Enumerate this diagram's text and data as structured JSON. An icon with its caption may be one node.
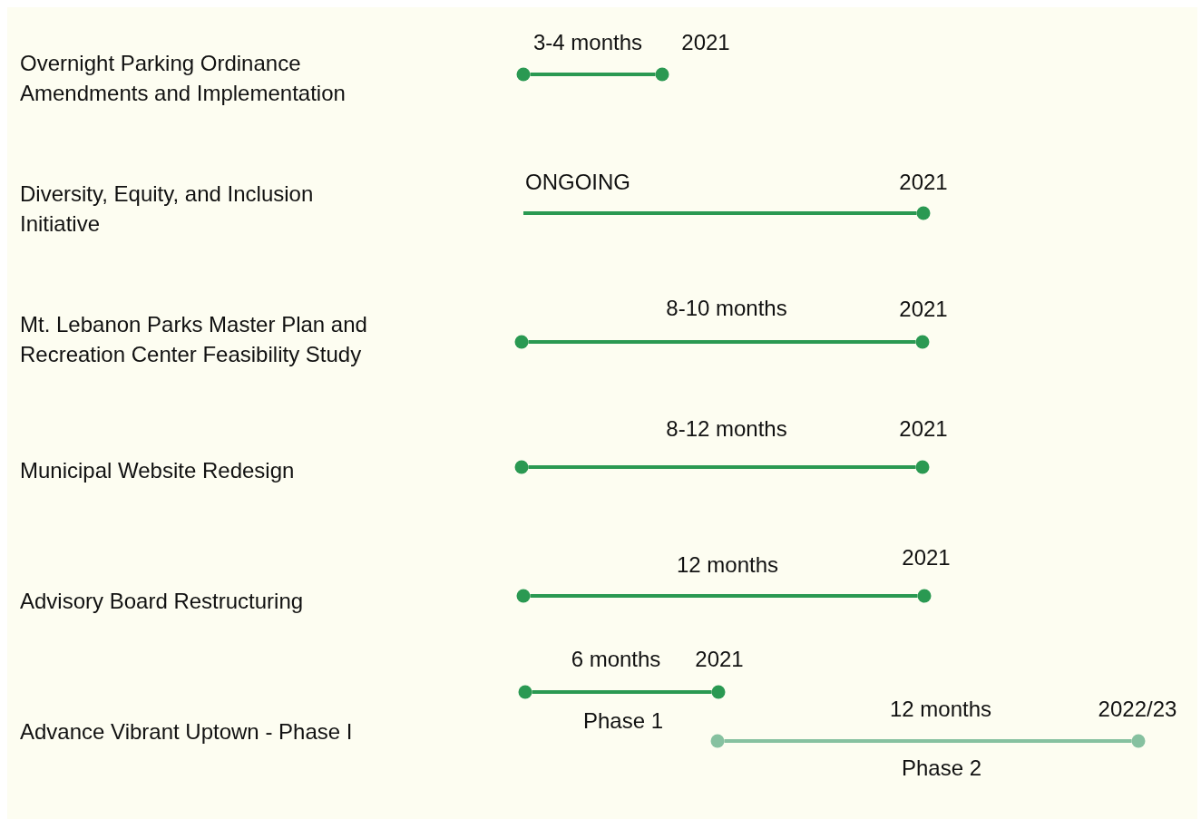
{
  "diagram": {
    "nodes": [
      {
        "text": [],
        "shape": "circle"
      },
      {
        "text": [],
        "shape": "circle",
        "beside": [
          "2021"
        ]
      },
      {
        "text": [],
        "shape": "circle",
        "beside": [
          "2021"
        ]
      },
      {
        "text": [],
        "shape": "circle"
      },
      {
        "text": [],
        "shape": "circle",
        "beside": [
          "2021"
        ]
      },
      {
        "text": [],
        "shape": "circle"
      },
      {
        "text": [],
        "shape": "circle",
        "beside": [
          "2021"
        ]
      },
      {
        "text": [],
        "shape": "circle"
      },
      {
        "text": [],
        "shape": "circle",
        "beside": [
          "2021"
        ]
      },
      {
        "text": [],
        "shape": "circle"
      },
      {
        "text": [],
        "shape": "circle",
        "beside": [
          "2021"
        ]
      },
      {
        "text": [],
        "shape": "circle"
      },
      {
        "text": [],
        "shape": "circle",
        "beside": [
          "2022/23"
        ]
      }
    ],
    "edges": [
      {
        "from": 0,
        "to": 1,
        "arrow": "none",
        "label": "3-4 months"
      },
      {
        "from": null,
        "to": 2,
        "arrow": "none",
        "label": "ONGOING"
      },
      {
        "from": 3,
        "to": 4,
        "arrow": "none",
        "label": "8-10 months"
      },
      {
        "from": 5,
        "to": 6,
        "arrow": "none",
        "label": "8-12 months"
      },
      {
        "from": 7,
        "to": 8,
        "arrow": "none",
        "label": "12 months"
      },
      {
        "from": 9,
        "to": 10,
        "arrow": "none",
        "label": "6 months"
      },
      {
        "from": 11,
        "to": 12,
        "arrow": "none",
        "label": "12 months",
        "color": "#86c1a0"
      }
    ],
    "labels": [
      "Overnight Parking Ordinance Amendments and Implementation",
      "Diversity, Equity, and Inclusion Initiative",
      "Mt. Lebanon Parks Master Plan and Recreation Center Feasibility Study",
      "Municipal Website Redesign",
      "Advisory Board Restructuring",
      "Advance Vibrant Uptown - Phase I",
      "Phase 1",
      "Phase 2"
    ]
  }
}
